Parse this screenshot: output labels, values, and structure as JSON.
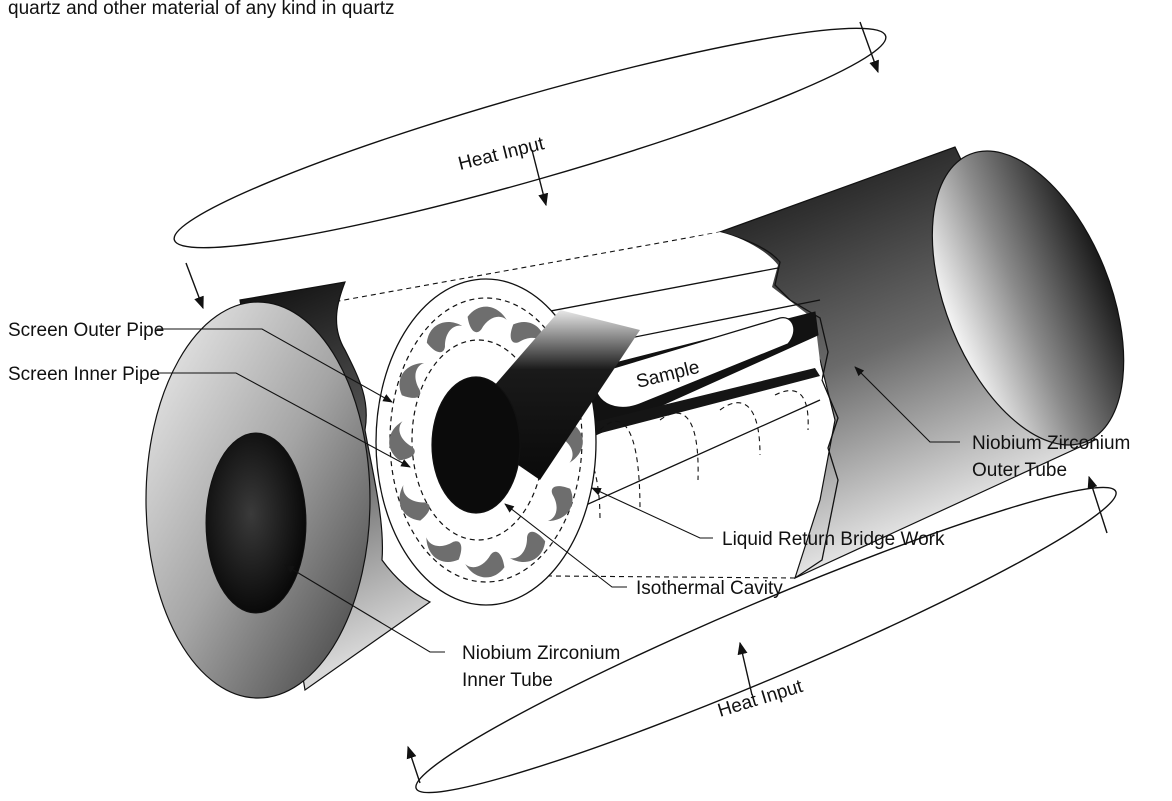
{
  "caption_fragment": "quartz and other material of any kind in quartz",
  "labels": {
    "heat_input_top": "Heat Input",
    "heat_input_bottom": "Heat Input",
    "sample": "Sample",
    "screen_outer_pipe": "Screen Outer Pipe",
    "screen_inner_pipe": "Screen Inner Pipe",
    "outer_tube_line1": "Niobium Zirconium",
    "outer_tube_line2": "Outer Tube",
    "inner_tube_line1": "Niobium Zirconium",
    "inner_tube_line2": "Inner Tube",
    "liquid_return": "Liquid Return Bridge Work",
    "isothermal_cavity": "Isothermal Cavity"
  },
  "colors": {
    "line": "#111111",
    "dark": "#141414",
    "wick_slot": "#6e6e6e",
    "light": "#ffffff"
  }
}
